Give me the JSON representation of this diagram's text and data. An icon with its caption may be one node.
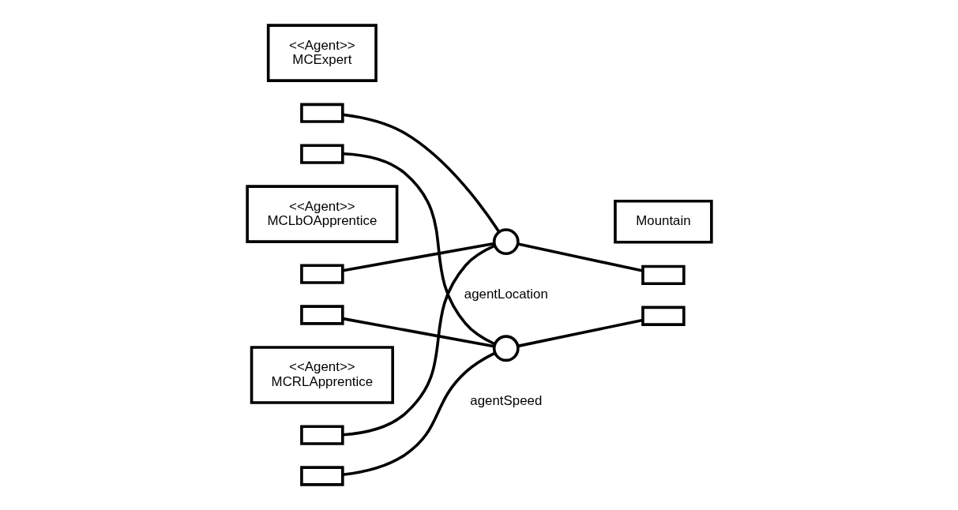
{
  "diagram": {
    "nodes": [
      {
        "text": [
          "<<Agent>>",
          "MCExpert"
        ]
      },
      {
        "text": [],
        "shape": "box"
      },
      {
        "text": [],
        "shape": "box"
      },
      {
        "text": [],
        "shape": "circle",
        "beside": [
          "agentLocation"
        ]
      },
      {
        "text": [
          "Mountain"
        ]
      },
      {
        "text": [],
        "shape": "box"
      },
      {
        "text": [],
        "shape": "box"
      },
      {
        "text": [],
        "shape": "circle",
        "beside": [
          "agentSpeed"
        ]
      },
      {
        "text": [
          "<<Agent>>",
          "MCLbOApprentice"
        ]
      },
      {
        "text": [],
        "shape": "box"
      },
      {
        "text": [],
        "shape": "box"
      },
      {
        "text": [
          "<<Agent>>",
          "MCRLApprentice"
        ]
      },
      {
        "text": [],
        "shape": "box"
      },
      {
        "text": [],
        "shape": "box"
      }
    ],
    "edges": [
      {
        "from": 1,
        "to": 3,
        "arrow": "none"
      },
      {
        "from": 10,
        "to": 3,
        "arrow": "none"
      },
      {
        "from": 13,
        "to": 3,
        "arrow": "none"
      },
      {
        "from": 3,
        "to": 5,
        "arrow": "none"
      },
      {
        "from": 2,
        "to": 7,
        "arrow": "none"
      },
      {
        "from": 9,
        "to": 7,
        "arrow": "none"
      },
      {
        "from": 12,
        "to": 7,
        "arrow": "none"
      },
      {
        "from": 7,
        "to": 6,
        "arrow": "none"
      }
    ]
  }
}
